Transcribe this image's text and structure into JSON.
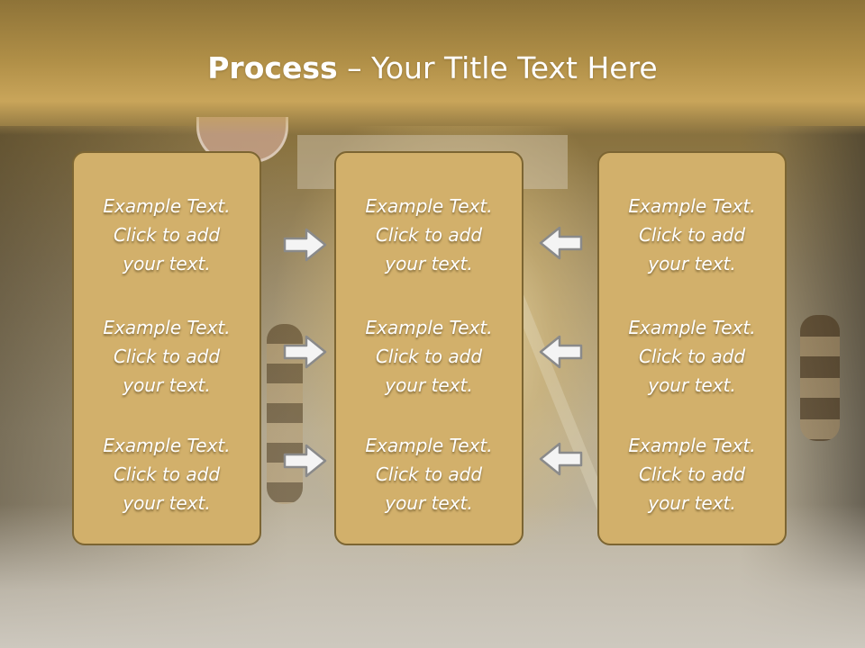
{
  "slide": {
    "title_bold": "Process",
    "title_separator": " – ",
    "title_rest": "Your Title Text Here"
  },
  "columns": [
    {
      "name": "left",
      "entries": [
        {
          "line1": "Example Text.",
          "line2": "Click  to add",
          "line3": "your text."
        },
        {
          "line1": "Example Text.",
          "line2": "Click  to add",
          "line3": "your text."
        },
        {
          "line1": "Example Text.",
          "line2": "Click  to add",
          "line3": "your text."
        }
      ]
    },
    {
      "name": "middle",
      "entries": [
        {
          "line1": "Example Text.",
          "line2": "Click  to add",
          "line3": "your text."
        },
        {
          "line1": "Example Text.",
          "line2": "Click  to add",
          "line3": "your text."
        },
        {
          "line1": "Example Text.",
          "line2": "Click  to add",
          "line3": "your text."
        }
      ]
    },
    {
      "name": "right",
      "entries": [
        {
          "line1": "Example Text.",
          "line2": "Click  to add",
          "line3": "your text."
        },
        {
          "line1": "Example Text.",
          "line2": "Click  to add",
          "line3": "your text."
        },
        {
          "line1": "Example Text.",
          "line2": "Click  to add",
          "line3": "your text."
        }
      ]
    }
  ],
  "arrows": {
    "left_group": "arrow-right-icon",
    "right_group": "arrow-left-icon"
  },
  "colors": {
    "header": "#b08f47",
    "box_fill": "#d2b06b",
    "box_border": "#7c6532",
    "arrow_fill": "#f4f4f4",
    "arrow_stroke": "#8a8a8a",
    "text": "#ffffff"
  }
}
